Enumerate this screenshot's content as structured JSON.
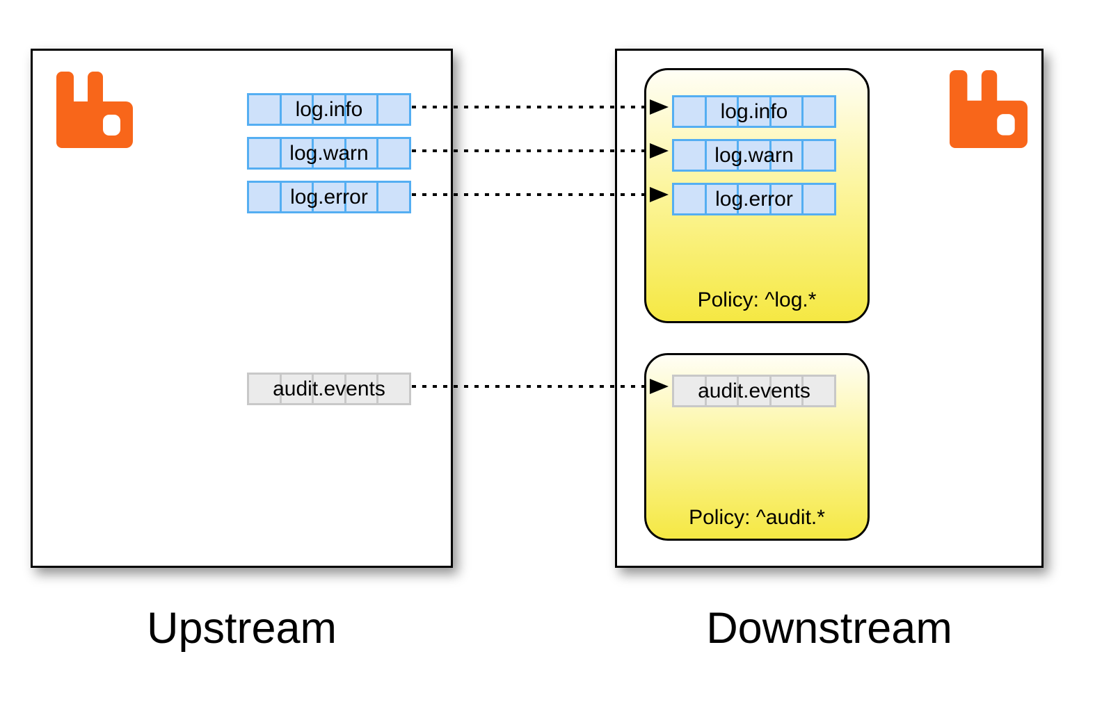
{
  "upstream": {
    "label": "Upstream",
    "logo": "rabbitmq-logo",
    "queues": [
      {
        "name": "log.info",
        "style": "blue"
      },
      {
        "name": "log.warn",
        "style": "blue"
      },
      {
        "name": "log.error",
        "style": "blue"
      },
      {
        "name": "audit.events",
        "style": "gray"
      }
    ]
  },
  "downstream": {
    "label": "Downstream",
    "logo": "rabbitmq-logo",
    "policy_groups": [
      {
        "policy_label": "Policy: ^log.*",
        "queues": [
          {
            "name": "log.info",
            "style": "blue"
          },
          {
            "name": "log.warn",
            "style": "blue"
          },
          {
            "name": "log.error",
            "style": "blue"
          }
        ]
      },
      {
        "policy_label": "Policy: ^audit.*",
        "queues": [
          {
            "name": "audit.events",
            "style": "gray"
          }
        ]
      }
    ]
  },
  "arrows": {
    "style": "dotted-black-with-solid-arrowhead",
    "direction": "upstream-to-downstream",
    "count": 4
  },
  "layout_hints": {
    "cells_per_queue": 5
  },
  "colors": {
    "rabbit_orange": "#F8661A",
    "queue_blue_fill": "#CEE1FA",
    "queue_blue_border": "#54AEF2",
    "queue_gray_fill": "#EBEBEB",
    "queue_gray_border": "#C8C8C8",
    "policy_gradient_top": "#FFFEF6",
    "policy_gradient_bottom": "#F5E843",
    "box_border": "#000000"
  }
}
